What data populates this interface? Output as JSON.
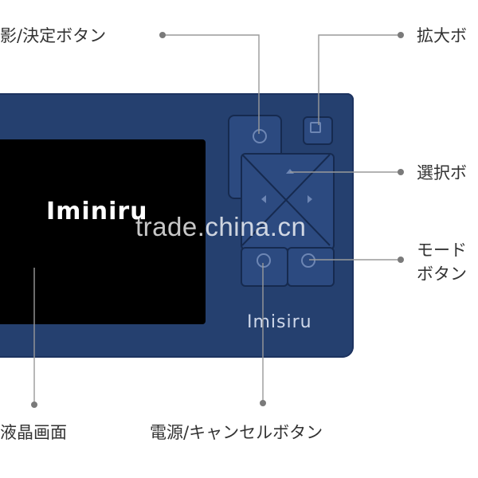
{
  "labels": {
    "shoot_confirm": "影/決定ボタン",
    "zoom": "拡大ボ",
    "select": "選択ボ",
    "mode_line1": "モード",
    "mode_line2": "ボタン",
    "lcd": "液晶画面",
    "power_cancel": "電源/キャンセルボタン"
  },
  "device": {
    "screen_logo": "Iminiru",
    "body_logo": "Imisiru"
  },
  "watermark": "trade.china.cn"
}
